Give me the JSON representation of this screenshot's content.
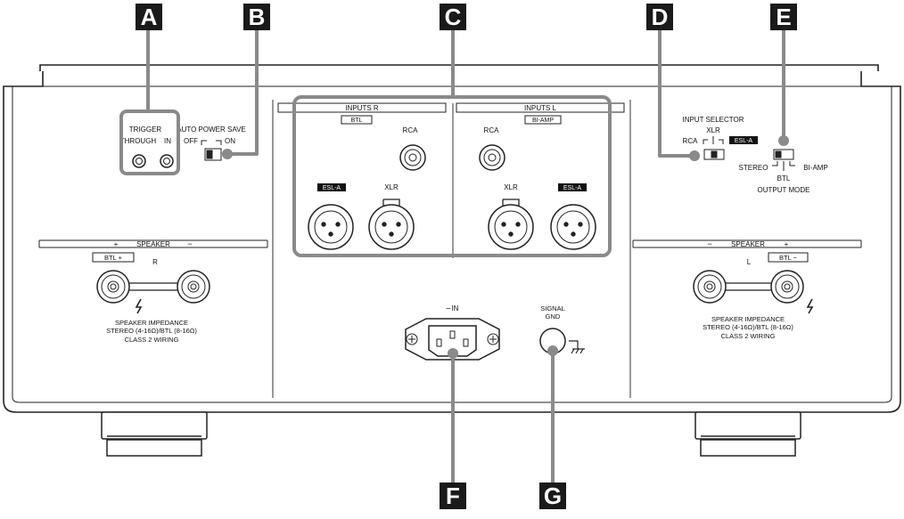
{
  "callouts": {
    "A": "A",
    "B": "B",
    "C": "C",
    "D": "D",
    "E": "E",
    "F": "F",
    "G": "G"
  },
  "left": {
    "trigger": "TRIGGER",
    "through": "THROUGH",
    "in": "IN",
    "auto_power_save": "AUTO POWER SAVE",
    "off": "OFF",
    "on": "ON",
    "speaker_plus": "+",
    "speaker": "SPEAKER",
    "speaker_minus": "−",
    "btl_plus": "BTL  +",
    "channel": "R",
    "impedance_1": "SPEAKER IMPEDANCE",
    "impedance_2": "STEREO (4-16Ω)/BTL (8-16Ω)",
    "impedance_3": "CLASS 2 WIRING"
  },
  "inputs_r": {
    "header": "INPUTS  R",
    "btl": "BTL",
    "rca": "RCA",
    "esl_a": "ESL-A",
    "xlr": "XLR"
  },
  "inputs_l": {
    "header": "INPUTS  L",
    "bi_amp": "BI-AMP",
    "rca": "RCA",
    "xlr": "XLR",
    "esl_a": "ESL-A"
  },
  "right": {
    "input_selector": "INPUT SELECTOR",
    "rca": "RCA",
    "xlr": "XLR",
    "esl_a": "ESL-A",
    "stereo": "STEREO",
    "bi_amp": "BI-AMP",
    "btl": "BTL",
    "output_mode": "OUTPUT MODE",
    "speaker_minus": "−",
    "speaker": "SPEAKER",
    "speaker_plus": "+",
    "channel": "L",
    "btl_minus": "BTL  −",
    "impedance_1": "SPEAKER IMPEDANCE",
    "impedance_2": "STEREO (4-16Ω)/BTL (8-16Ω)",
    "impedance_3": "CLASS 2 WIRING"
  },
  "center": {
    "ac_in": "∼IN",
    "signal": "SIGNAL",
    "gnd": "GND"
  }
}
